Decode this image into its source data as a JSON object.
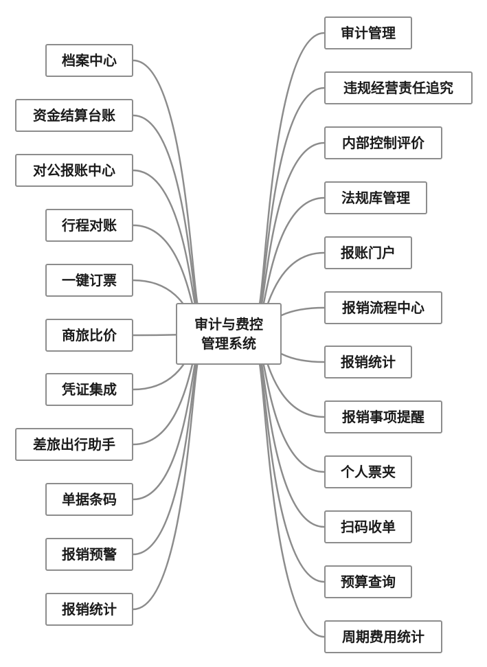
{
  "center": {
    "line1": "审计与费控",
    "line2": "管理系统"
  },
  "left_nodes": [
    "档案中心",
    "资金结算台账",
    "对公报账中心",
    "行程对账",
    "一键订票",
    "商旅比价",
    "凭证集成",
    "差旅出行助手",
    "单据条码",
    "报销预警",
    "报销统计"
  ],
  "right_nodes": [
    "审计管理",
    "违规经营责任追究",
    "内部控制评价",
    "法规库管理",
    "报账门户",
    "报销流程中心",
    "报销统计",
    "报销事项提醒",
    "个人票夹",
    "扫码收单",
    "预算查询",
    "周期费用统计"
  ],
  "colors": {
    "line": "#8c8c8c",
    "border": "#8c8c8c",
    "text": "#1a1a1a",
    "background": "#ffffff"
  }
}
